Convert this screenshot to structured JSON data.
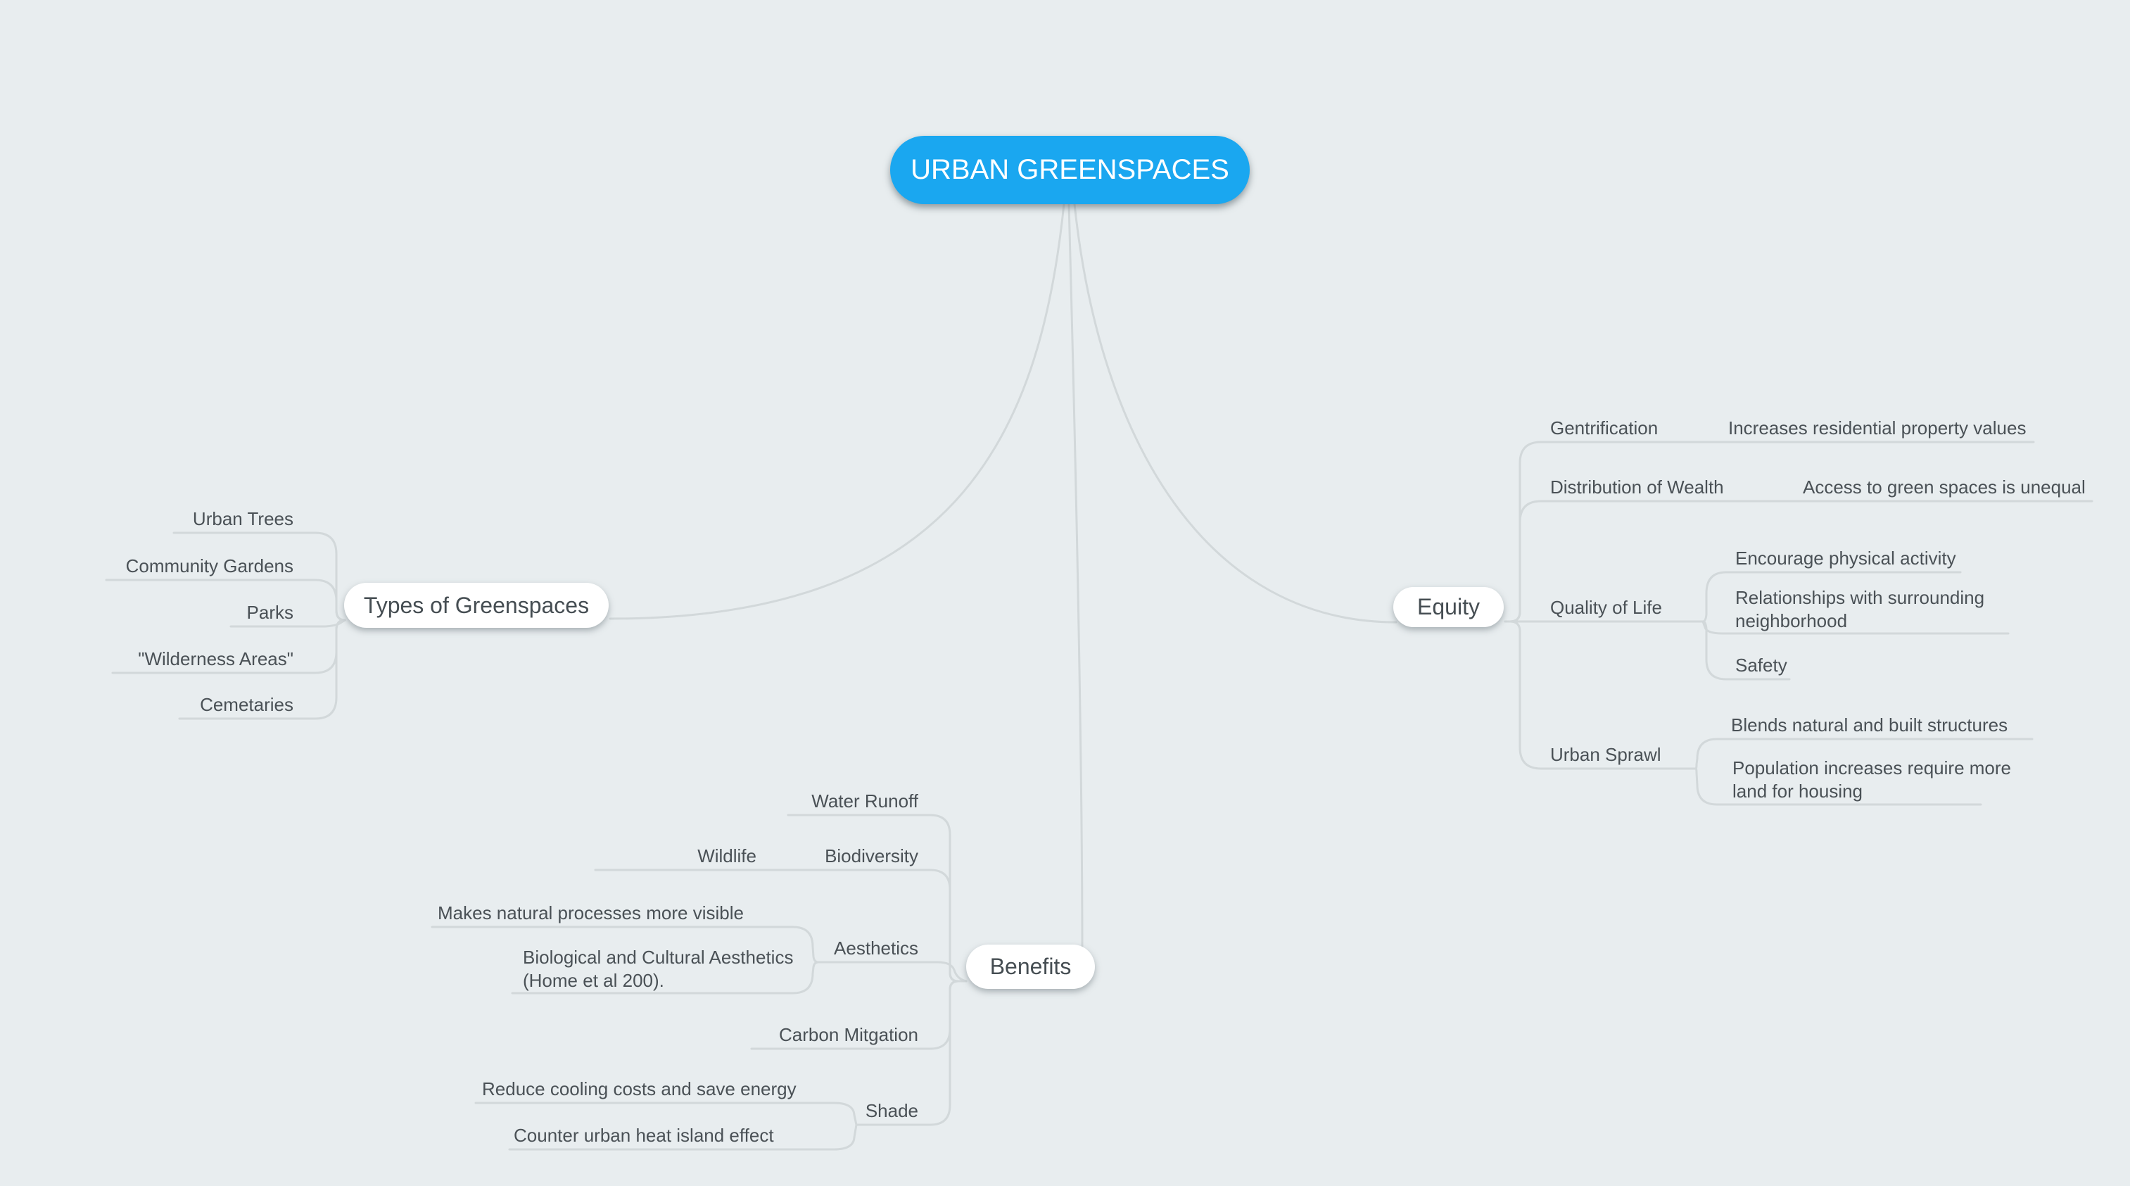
{
  "colors": {
    "background": "#e8edef",
    "edge": "#d2d8da",
    "root_fill": "#1aa7f0",
    "root_text": "#ffffff",
    "node_fill": "#ffffff",
    "text": "#4a5156"
  },
  "mindmap": {
    "root": {
      "label": "URBAN GREENSPACES"
    },
    "types": {
      "label": "Types of Greenspaces",
      "children": [
        {
          "label": "Urban Trees"
        },
        {
          "label": "Community Gardens"
        },
        {
          "label": "Parks"
        },
        {
          "label": "\"Wilderness Areas\""
        },
        {
          "label": "Cemetaries"
        }
      ]
    },
    "equity": {
      "label": "Equity",
      "children": [
        {
          "label": "Gentrification",
          "children": [
            {
              "label": "Increases residential property values"
            }
          ]
        },
        {
          "label": "Distribution of Wealth",
          "children": [
            {
              "label": "Access to green spaces is unequal"
            }
          ]
        },
        {
          "label": "Quality of Life",
          "children": [
            {
              "label": "Encourage physical activity"
            },
            {
              "label": "Relationships with surrounding neighborhood"
            },
            {
              "label": "Safety"
            }
          ]
        },
        {
          "label": "Urban Sprawl",
          "children": [
            {
              "label": "Blends natural and built structures"
            },
            {
              "label": "Population increases require more land for housing"
            }
          ]
        }
      ]
    },
    "benefits": {
      "label": "Benefits",
      "children": [
        {
          "label": "Water Runoff"
        },
        {
          "label": "Biodiversity",
          "children": [
            {
              "label": "Wildlife"
            }
          ]
        },
        {
          "label": "Aesthetics",
          "children": [
            {
              "label": "Makes natural processes more visible"
            },
            {
              "label": "Biological and Cultural Aesthetics  (Home et al 200)."
            }
          ]
        },
        {
          "label": "Carbon Mitgation"
        },
        {
          "label": "Shade",
          "children": [
            {
              "label": "Reduce cooling costs and save energy"
            },
            {
              "label": "Counter urban heat island effect"
            }
          ]
        }
      ]
    }
  }
}
